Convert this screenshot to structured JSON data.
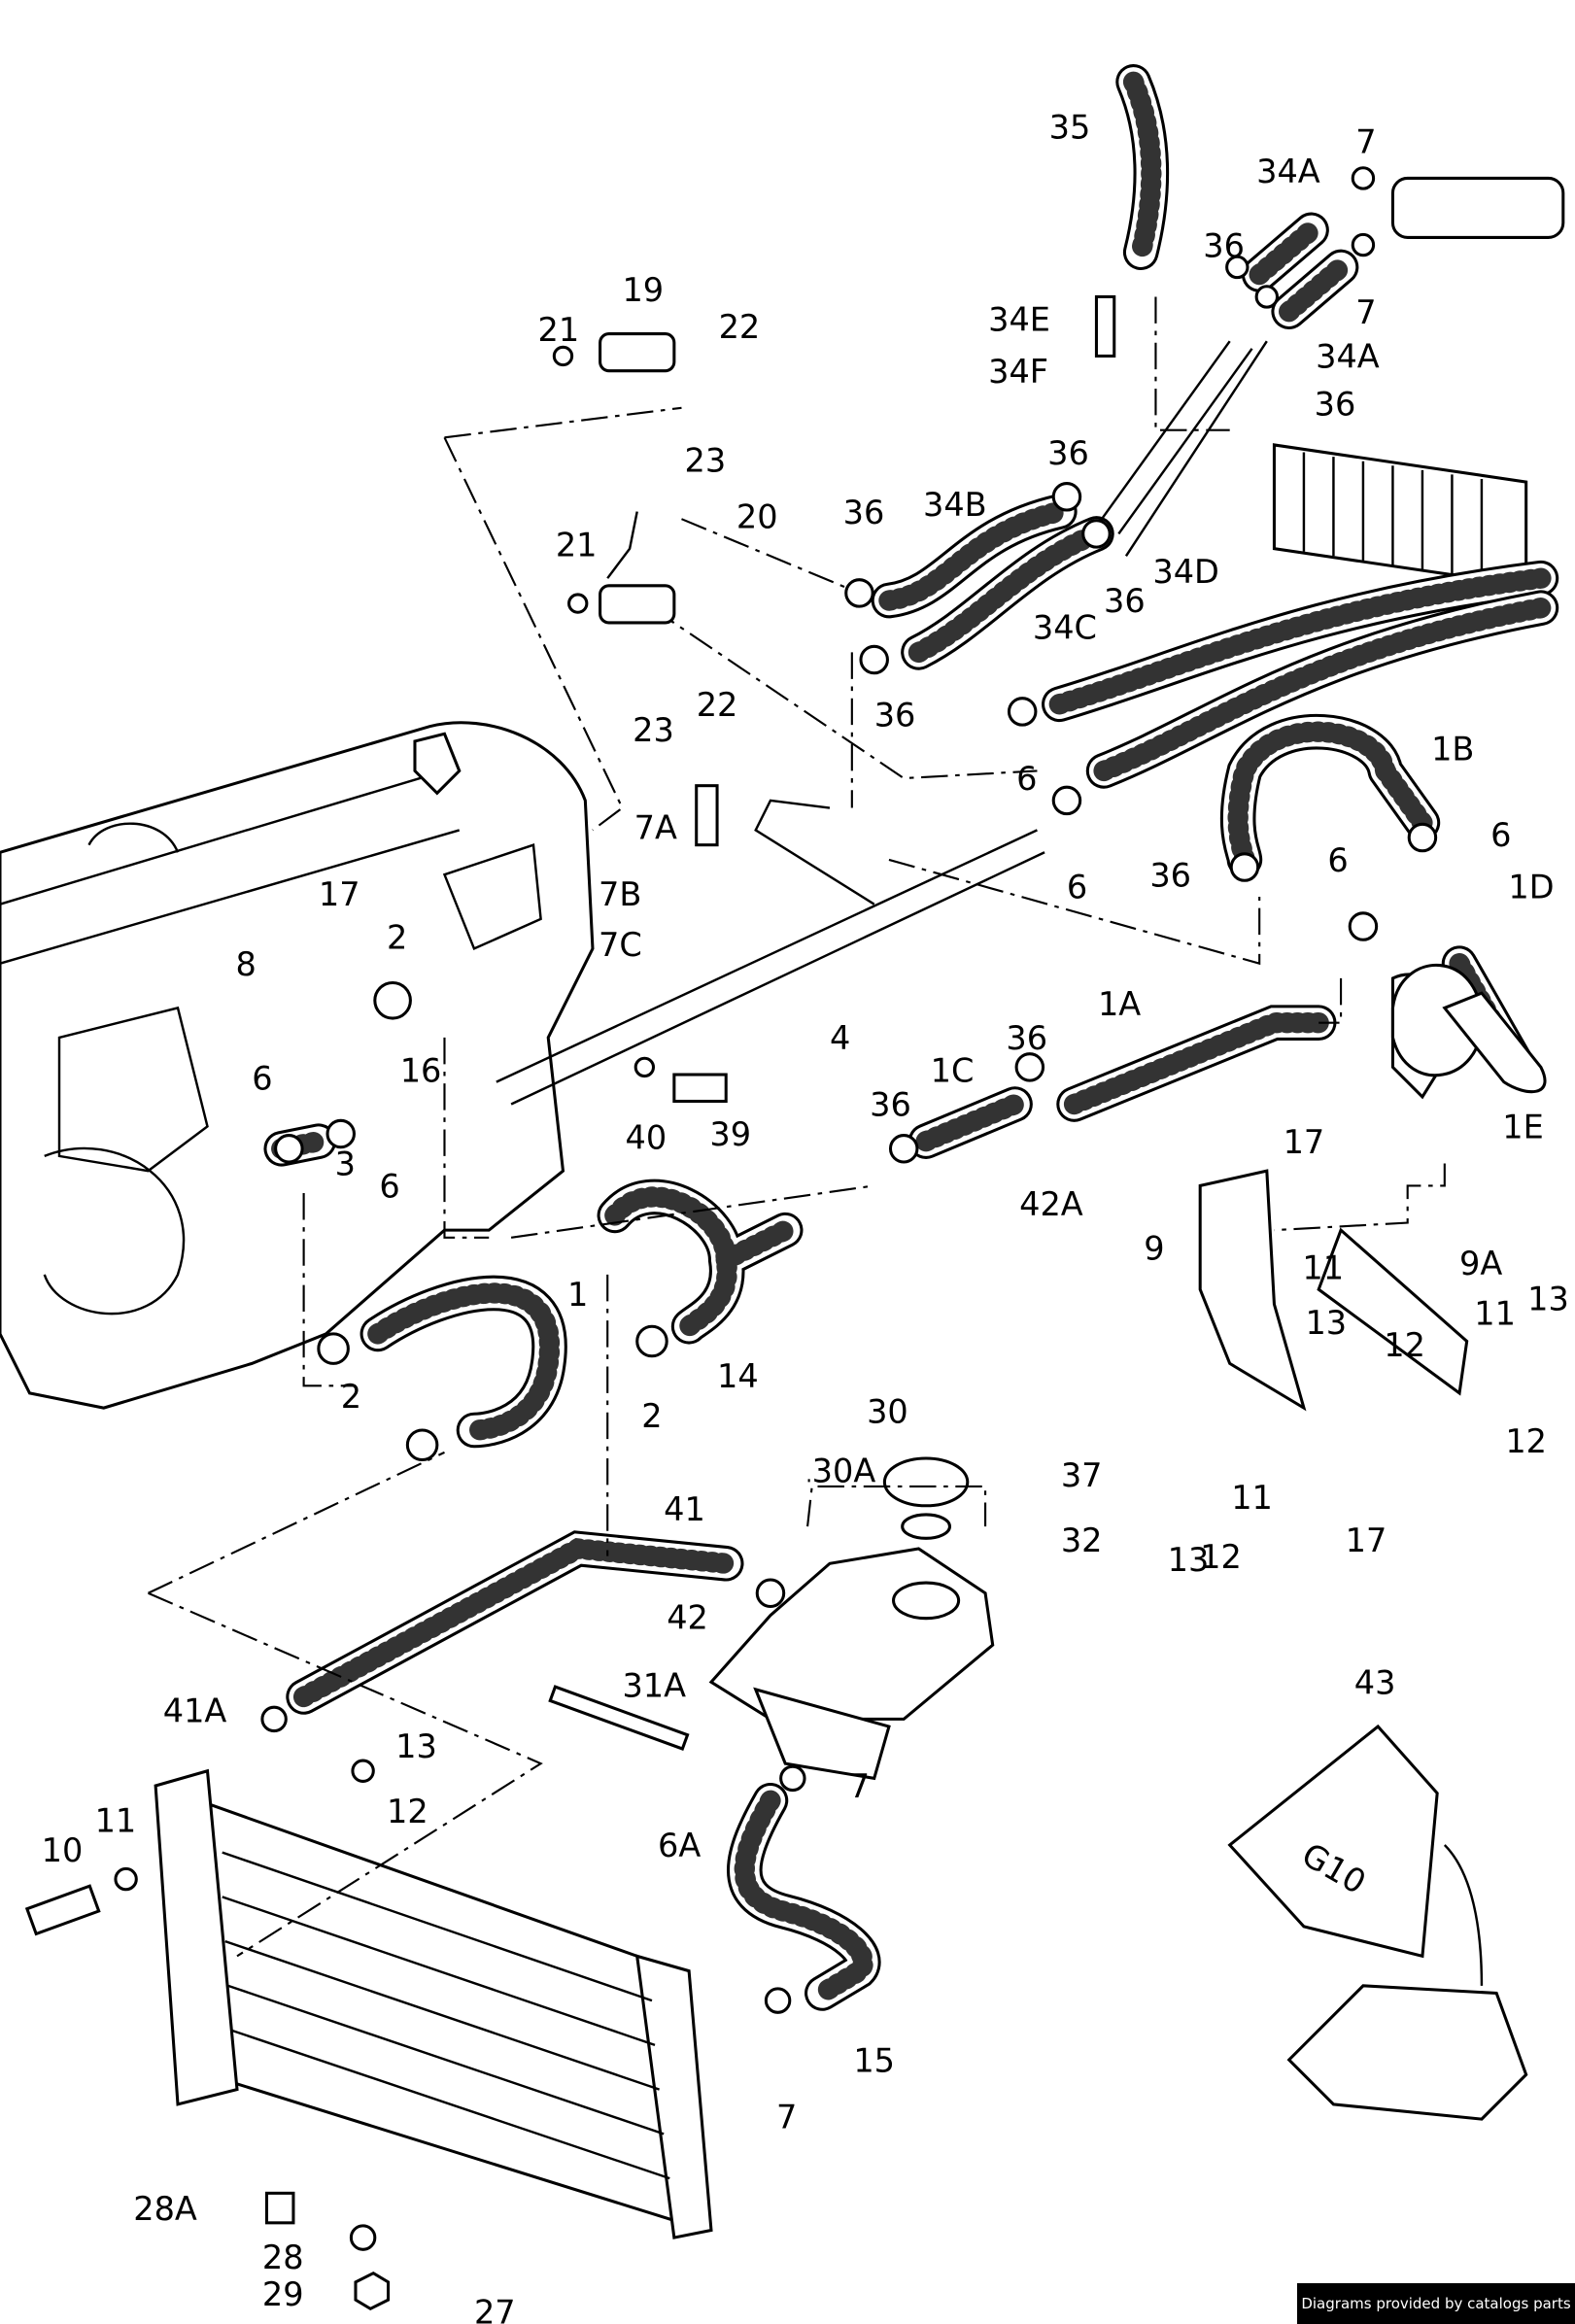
{
  "labels": [
    "35",
    "7",
    "34A",
    "36",
    "7",
    "34A",
    "34E",
    "34F",
    "36",
    "19",
    "21",
    "22",
    "23",
    "20",
    "36",
    "34B",
    "36",
    "21",
    "36",
    "34D",
    "34C",
    "36",
    "23",
    "22",
    "6",
    "1B",
    "7A",
    "6",
    "36",
    "6",
    "7B",
    "6",
    "1D",
    "7C",
    "17",
    "2",
    "8",
    "4",
    "1A",
    "16",
    "36",
    "1C",
    "17",
    "1E",
    "6",
    "40",
    "39",
    "36",
    "3",
    "6",
    "42A",
    "9",
    "9A",
    "11",
    "13",
    "12",
    "13",
    "11",
    "1",
    "14",
    "2",
    "2",
    "12",
    "30",
    "30A",
    "37",
    "32",
    "13",
    "11",
    "12",
    "17",
    "41",
    "42",
    "31A",
    "41A",
    "13",
    "12",
    "6A",
    "7",
    "11",
    "10",
    "43",
    "15",
    "7",
    "28A",
    "28",
    "29",
    "27"
  ],
  "tank_marking": "G10",
  "credit": "Diagrams provided by catalogs parts"
}
